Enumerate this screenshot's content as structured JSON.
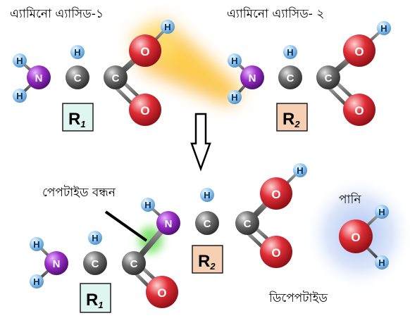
{
  "labels": {
    "amino_acid_1": "এ্যামিনো এ্যাসিড-১",
    "amino_acid_2": "এ্যামিনো এ্যাসিড- ২",
    "peptide_bond": "পেপটাইড বন্ধন",
    "water": "পানি",
    "dipeptide": "ডিপেপটাইড"
  },
  "atoms": {
    "hydrogen": "H",
    "nitrogen": "N",
    "carbon": "C",
    "oxygen": "O",
    "r1_letter": "R",
    "r1_sub": "1",
    "r2_letter": "R",
    "r2_sub": "2"
  },
  "colors": {
    "hydrogen": "#8fc6f2",
    "nitrogen": "#9b2fc8",
    "carbon": "#666666",
    "oxygen": "#e02d36",
    "r1_box": "#dff5ef",
    "r2_box": "#f7cfb2",
    "bond_highlight": "#7be36a",
    "water_glow": "#9fbcf2",
    "reaction_glow": "#f7a21a"
  },
  "icons": {
    "arrow": "down-arrow-icon"
  }
}
